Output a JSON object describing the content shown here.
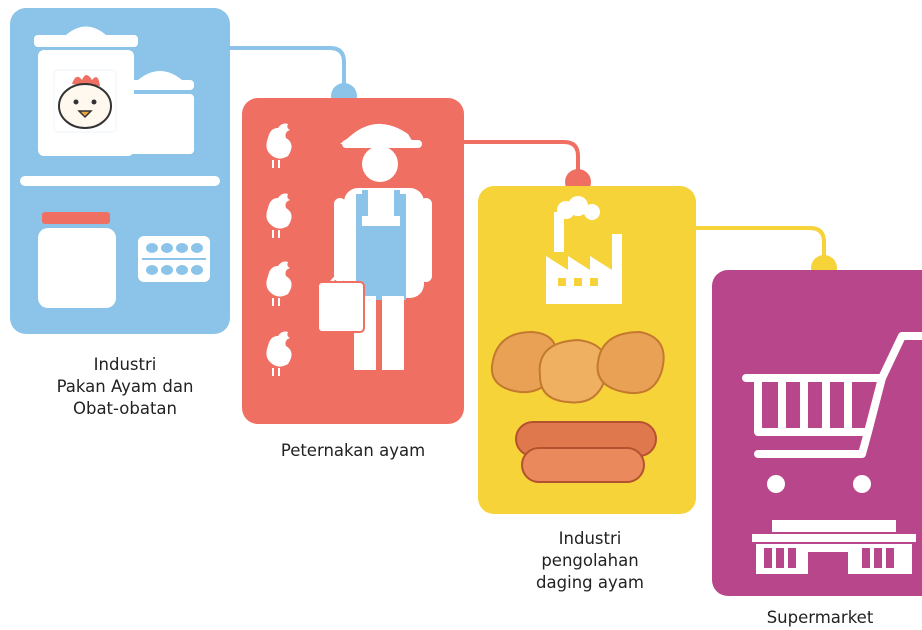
{
  "steps": [
    {
      "label": "Industri\nPakan Ayam dan\nObat-obatan",
      "color": "#8bc4e8",
      "connector_color": "#8bc4e8"
    },
    {
      "label": "Peternakan ayam",
      "color": "#ef6f62",
      "connector_color": "#ef6f62"
    },
    {
      "label": "Industri\npengolahan\ndaging ayam",
      "color": "#f7d33a",
      "connector_color": "#f7d33a"
    },
    {
      "label": "Supermarket",
      "color": "#b8468b"
    }
  ]
}
